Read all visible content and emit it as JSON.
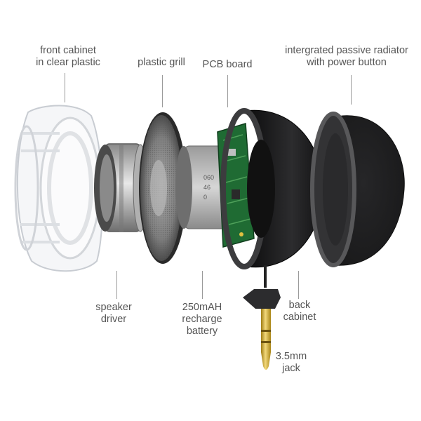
{
  "labels": {
    "front_cabinet": [
      "front cabinet",
      "in clear plastic"
    ],
    "plastic_grill": [
      "plastic grill"
    ],
    "pcb_board": [
      "PCB board"
    ],
    "passive_radiator": [
      "intergrated passive radiator",
      "with power button"
    ],
    "speaker_driver": [
      "speaker",
      "driver"
    ],
    "battery": [
      "250mAH",
      "recharge",
      "battery"
    ],
    "back_cabinet": [
      "back",
      "cabinet"
    ],
    "jack": [
      "3.5mm",
      "jack"
    ]
  },
  "battery_print": [
    "060",
    "46",
    "0"
  ],
  "colors": {
    "text": "#555555",
    "leader": "#9a9a9a",
    "pcb": "#1f6b33",
    "cabinet": "#1c1c1e",
    "radiator": "#38383a",
    "jack_gold": "#c9a227"
  }
}
